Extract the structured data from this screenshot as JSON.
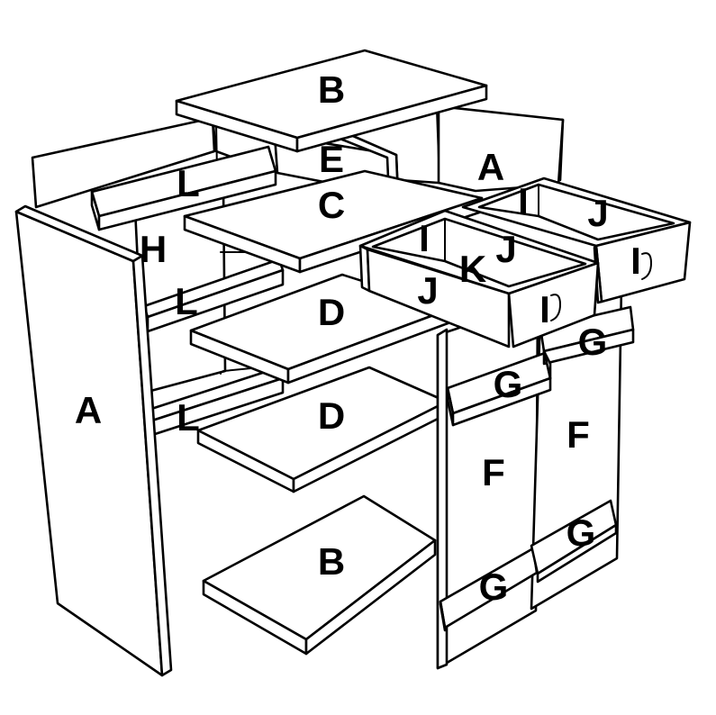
{
  "labels": {
    "a_left": "A",
    "a_right": "A",
    "b_top": "B",
    "b_bottom": "B",
    "c": "C",
    "d_upper": "D",
    "d_lower": "D",
    "e": "E",
    "f_left": "F",
    "f_right": "F",
    "g_left_top": "G",
    "g_right_top": "G",
    "g_left_bottom": "G",
    "g_right_bottom": "G",
    "h": "H",
    "i_front_drawer_side": "I",
    "i_front_drawer_face": "I",
    "i_back_drawer_side": "I",
    "i_back_drawer_face": "I",
    "j_front_drawer_back": "J",
    "j_front_drawer_front": "J",
    "j_back_drawer": "J",
    "k": "K",
    "l_top": "L",
    "l_middle": "L",
    "l_bottom": "L"
  }
}
